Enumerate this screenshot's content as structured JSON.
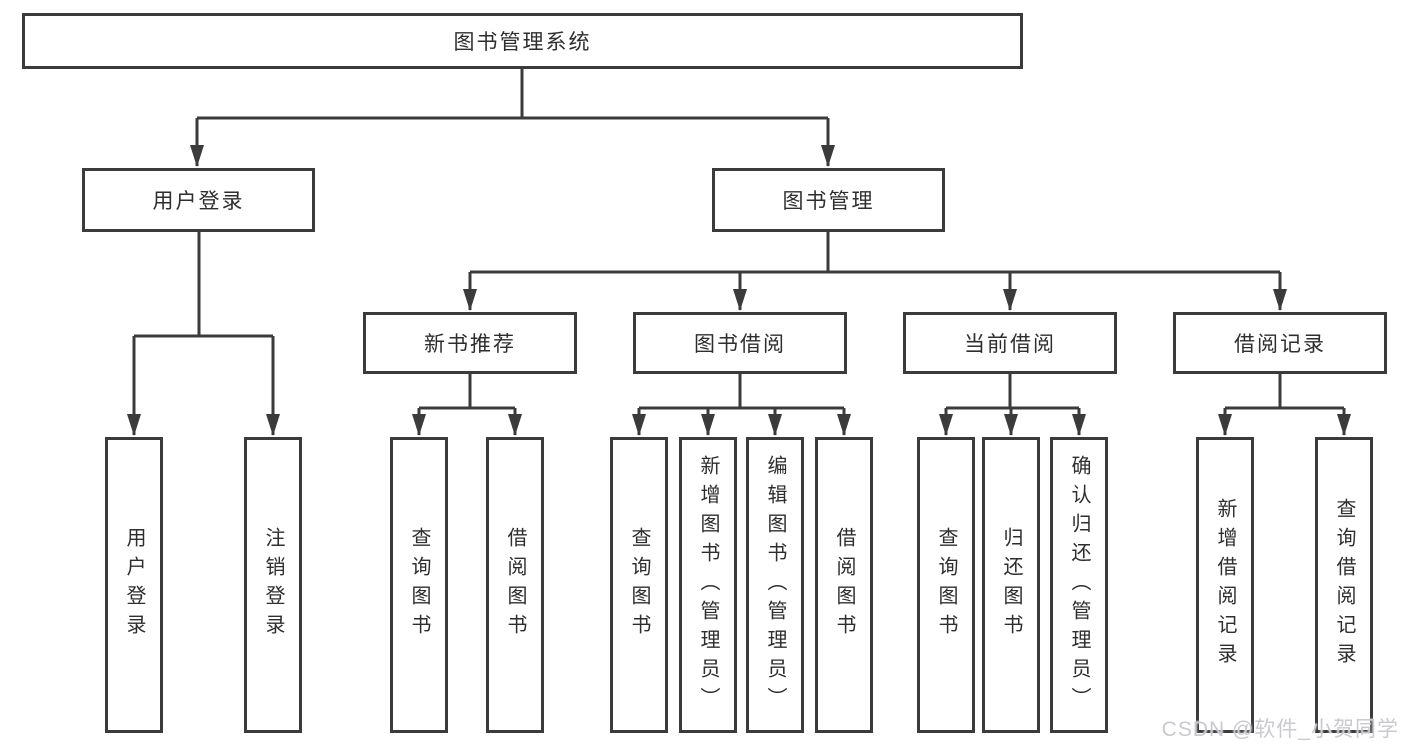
{
  "diagram": {
    "root_label": "图书管理系统",
    "branches": [
      {
        "label": "用户登录",
        "children": [
          "用户登录",
          "注销登录"
        ]
      },
      {
        "label": "图书管理",
        "children": [
          {
            "label": "新书推荐",
            "children": [
              "查询图书",
              "借阅图书"
            ]
          },
          {
            "label": "图书借阅",
            "children": [
              "查询图书",
              "新增图书（管理员）",
              "编辑图书（管理员）",
              "借阅图书"
            ]
          },
          {
            "label": "当前借阅",
            "children": [
              "查询图书",
              "归还图书",
              "确认归还（管理员）"
            ]
          },
          {
            "label": "借阅记录",
            "children": [
              "新增借阅记录",
              "查询借阅记录"
            ]
          }
        ]
      }
    ],
    "colors": {
      "line": "#3b3b3b",
      "box_border": "#3b3b3b",
      "text": "#2e2e2e",
      "background": "#ffffff"
    }
  },
  "watermark": {
    "text": "CSDN @软件_小贺同学",
    "color": "#c9c9ce"
  }
}
